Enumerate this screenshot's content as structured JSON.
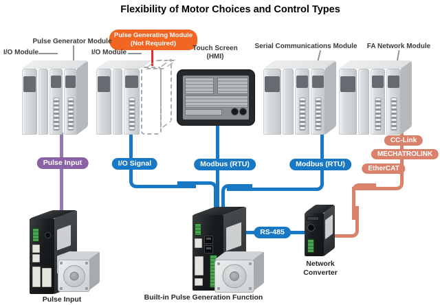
{
  "title": "Flexibility of Motor Choices and Control Types",
  "top_labels": {
    "group1_top": "Pulse Generator Module",
    "group1_left": "I/O Module",
    "group2_left": "I/O Module",
    "hmi_line1": "Touch Screen",
    "hmi_line2": "(HMI)",
    "group3": "Serial Communications Module",
    "group4": "FA Network Module"
  },
  "not_required_badge": {
    "line1": "Pulse Generating Module",
    "line2": "(Not Required)"
  },
  "bus_labels": {
    "pulse_input": "Pulse Input",
    "io_signal": "I/O Signal",
    "modbus_hmi": "Modbus (RTU)",
    "modbus_serial": "Modbus (RTU)",
    "cc_link": "CC-Link",
    "mechatrolink": "MECHATROLINK",
    "ethercat": "EtherCAT",
    "rs485": "RS-485"
  },
  "bottom_labels": {
    "left_system": "Pulse Input",
    "center_system": "Built-in Pulse Generation Function",
    "converter_line1": "Network",
    "converter_line2": "Converter"
  },
  "colors": {
    "bus_blue": "#1878c4",
    "bus_purple_line": "#9579b1",
    "badge_purple": "#8a62a6",
    "badge_salmon": "#d9816b",
    "badge_orange": "#f26522",
    "pointer_red": "#e92b2b"
  }
}
